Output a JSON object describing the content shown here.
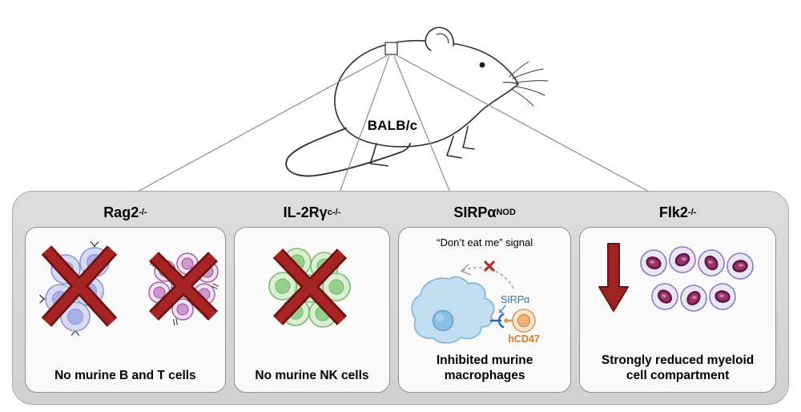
{
  "header": {
    "mouse_label": "BALB/c"
  },
  "panels": {
    "rag2": {
      "title": "Rag2",
      "title_sup": "-/-",
      "caption": "No murine B and T cells"
    },
    "il2rg": {
      "title": "IL-2Rγ",
      "title_sub": "c",
      "title_sup": "-/-",
      "caption": "No murine NK cells"
    },
    "sirpa": {
      "title": "SIRPα",
      "title_sup": "NOD",
      "signal_label": "“Don’t eat me” signal",
      "receptor_label": "SIRPα",
      "ligand_label": "hCD47",
      "caption": "Inhibited murine macrophages"
    },
    "flk2": {
      "title": "Flk2",
      "title_sup": "-/-",
      "caption": "Strongly reduced myeloid cell compartment"
    }
  },
  "colors": {
    "cross_red": "#a62424",
    "cross_red_dark": "#6f1212",
    "down_arrow_red": "#9e2424",
    "b_cell_fill": "#d7daf3",
    "b_cell_stroke": "#9096d2",
    "t_cell_fill": "#f2e3f2",
    "t_cell_nucleus": "#cf97cf",
    "nk_cell_fill": "#d9eed3",
    "nk_cell_nucleus": "#96cf8b",
    "macrophage_fill": "#c3def1",
    "macrophage_nucleus": "#8cc0e2",
    "sirpa_blue": "#2e74b5",
    "hcd47_orange": "#d07d28",
    "hcd47_cell_fill": "#fae7d1",
    "myeloid_cell_fill": "#ebe7f7",
    "myeloid_nucleus": "#993368",
    "panel_bg": "#fafafa",
    "container_bg": "#d8d8d8"
  }
}
